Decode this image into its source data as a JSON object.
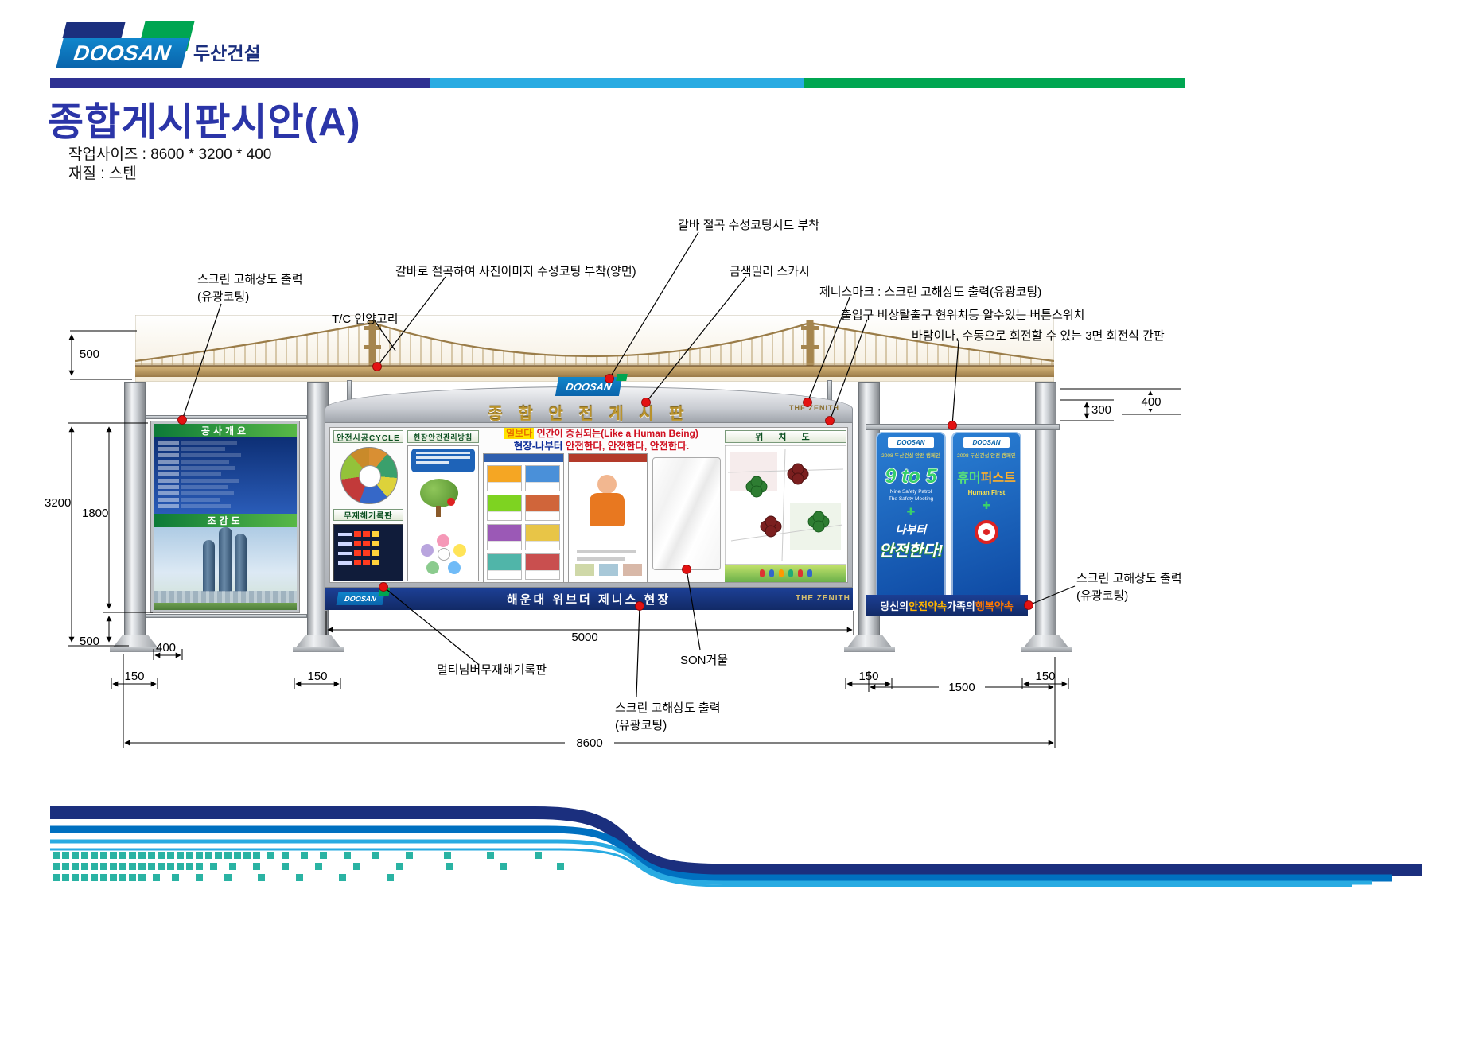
{
  "brand": "DOOSAN",
  "header": {
    "company": "두산건설",
    "title": "종합게시판시안(A)",
    "spec_size": "작업사이즈 : 8600 * 3200 * 400",
    "spec_material": "재질 : 스텐"
  },
  "annotations": {
    "galva_sheet": "갈바 절곡 수성코팅시트 부착",
    "galva_photo": "갈바로 절곡하여 사진이미지 수성코팅 부착(양면)",
    "gold_mirror": "금색밀러 스카시",
    "screen_left_1": "스크린 고해상도 출력",
    "screen_left_2": "(유광코팅)",
    "tc_hook": "T/C 인양고리",
    "zenith_mark": "제니스마크 : 스크린 고해상도 출력(유광코팅)",
    "button_switch": "출입구 비상탈출구 현위치등 알수있는 버튼스위치",
    "rotating_sign": "바람이나, 수동으로 회전할 수 있는 3면 회전식 간판",
    "multi_record": "멀티넘버무재해기록판",
    "son_mirror": "SON거울",
    "screen_bottom_1": "스크린 고해상도 출력",
    "screen_bottom_2": "(유광코팅)",
    "screen_right_1": "스크린 고해상도 출력",
    "screen_right_2": "(유광코팅)"
  },
  "dimensions": {
    "roof_height": "500",
    "total_height": "3200",
    "panel_height": "1800",
    "leg_height": "500",
    "foot_depth": "400",
    "post_width": "150",
    "center_width": "5000",
    "right_width": "1500",
    "total_width": "8600",
    "right_gap": "300",
    "roof_depth": "400"
  },
  "board": {
    "title": "종 합 안 전 게 시 판",
    "zenith": "THE ZENITH",
    "left_panel": {
      "header_overview": "공사개요",
      "header_view": "조감도"
    },
    "panels": {
      "cycle": "안전시공CYCLE",
      "record": "무재해기록판",
      "policy": "현장안전관리방침",
      "location": "위 치 도",
      "slogan_highlight": "일보다",
      "slogan_red": " 인간이 중심되는(Like a Human Being)",
      "slogan2_blue": "현장-나부터 ",
      "slogan2_red": "안전한다, 안전한다, 안전한다.",
      "banner": "해운대 위브더 제니스 현장"
    },
    "right": {
      "campaign": "2008 두산건설 안전 캠페인",
      "nine_to_five": "9 to 5",
      "sub1": "Nine Safety Patrol",
      "sub2": "The Safety Meeting",
      "cross": "✚",
      "catch1": "나부터",
      "catch2": "안전한다!",
      "human_kr_1": "휴머",
      "human_kr_2": "퍼스트",
      "human_en": "Human First",
      "bottom_w1": "당신의 ",
      "bottom_o1": "안전약속",
      "bottom_w2": " 가족의 ",
      "bottom_o2": "행복약속"
    }
  }
}
